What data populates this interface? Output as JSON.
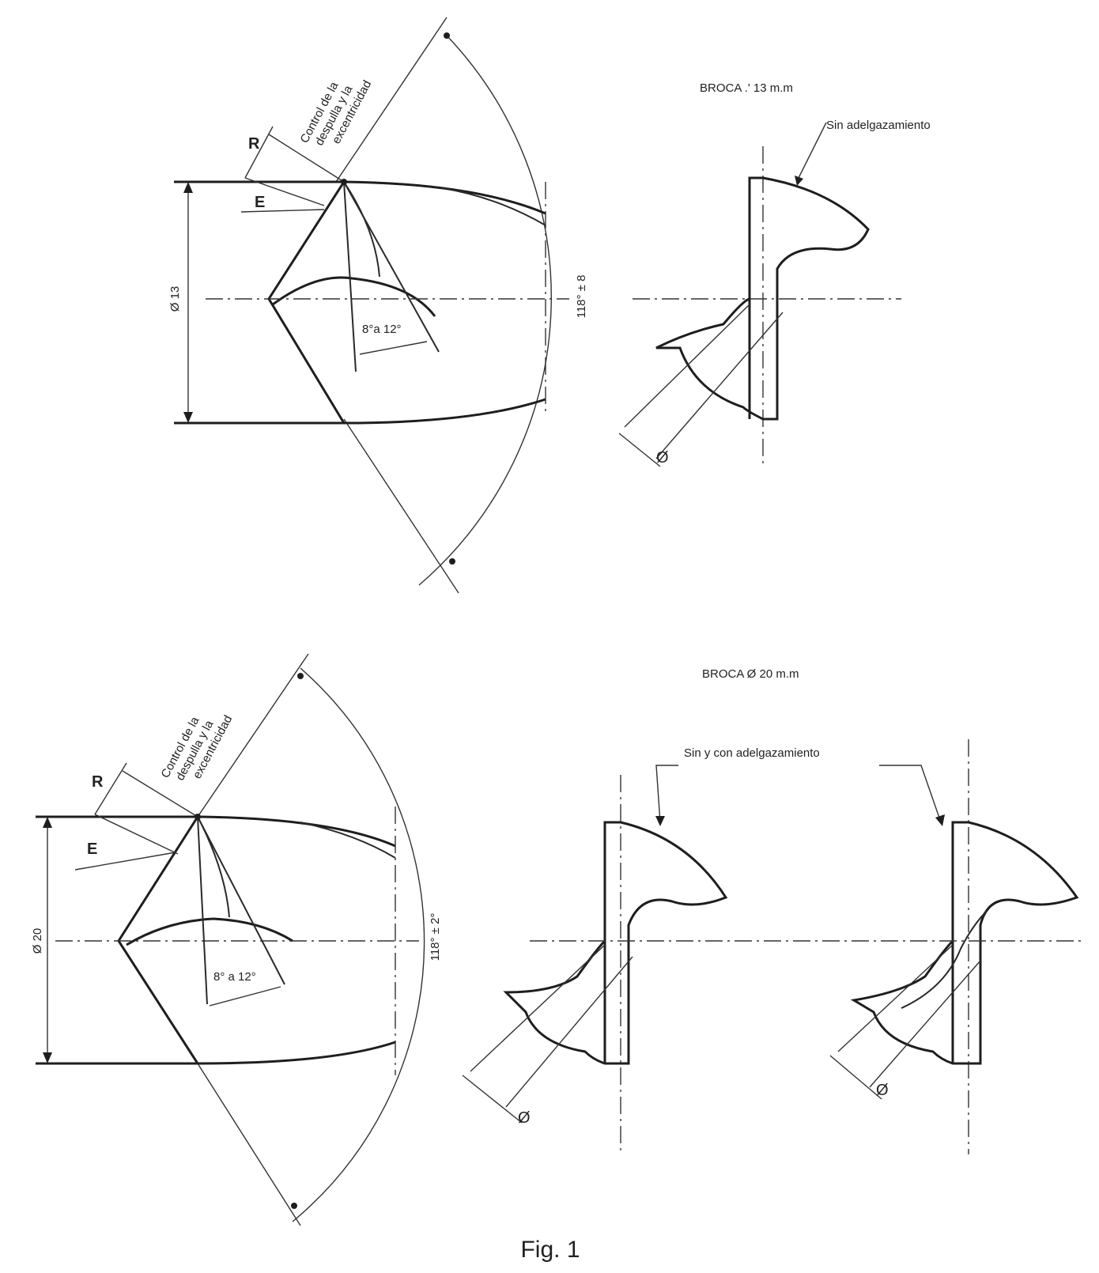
{
  "top": {
    "control_label_lines": [
      "Control de la",
      "despulla y la",
      "excentricidad"
    ],
    "r_symbol": "R",
    "e_symbol": "E",
    "diameter_label": "Ø 13",
    "clearance_angle": "8°a 12°",
    "point_angle": "118° ± 8",
    "broca_title": "BROCA .' 13 m.m",
    "thinning_label": "Sin adelgazamiento",
    "phi_symbol": "Ø"
  },
  "bottom": {
    "control_label_lines": [
      "Control de la",
      "despulla y la",
      "excentricidad"
    ],
    "r_symbol": "R",
    "e_symbol": "E",
    "diameter_label": "Ø 20",
    "clearance_angle": "8° a 12°",
    "point_angle": "118° ± 2°",
    "broca_title": "BROCA Ø 20 m.m",
    "thinning_label": "Sin y con adelgazamiento",
    "phi_symbol_left": "Ø",
    "phi_symbol_right": "Ø"
  },
  "caption": "Fig. 1"
}
